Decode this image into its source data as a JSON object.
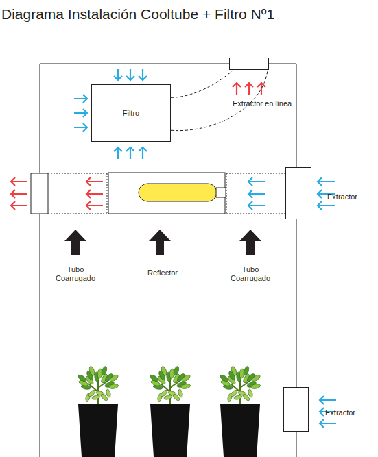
{
  "diagram": {
    "title": "Diagrama Instalación Cooltube + Filtro Nº1",
    "nodes": [
      {
        "text": [
          "Filtro"
        ]
      },
      {
        "text": [
          "Extractor en línea"
        ]
      },
      {
        "text": [
          "Extractor"
        ]
      },
      {
        "text": [
          "Extractor"
        ]
      }
    ],
    "edges": [
      {
        "from": 0,
        "to": 1,
        "arrow": "none"
      }
    ],
    "labels": [
      "Tubo Coarrugado",
      "Reflector",
      "Tubo Coarrugado"
    ]
  }
}
